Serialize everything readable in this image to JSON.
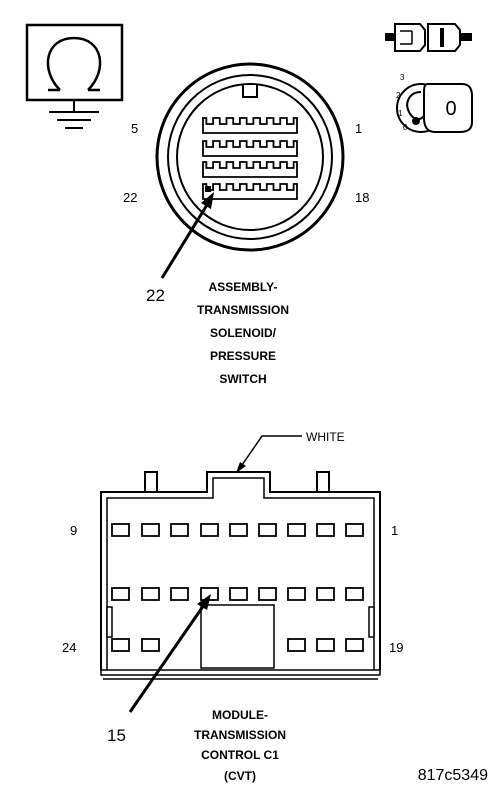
{
  "connector_top": {
    "pins": {
      "top_left": "5",
      "top_right": "1",
      "bottom_left": "22",
      "bottom_right": "18"
    },
    "callout_pin": "22",
    "caption_lines": [
      "ASSEMBLY-",
      "TRANSMISSION",
      "SOLENOID/",
      "PRESSURE",
      "SWITCH"
    ]
  },
  "connector_bottom": {
    "color_label": "WHITE",
    "pins": {
      "top_left": "9",
      "top_right": "1",
      "bottom_left": "24",
      "bottom_right": "19"
    },
    "callout_pin": "15",
    "caption_lines": [
      "MODULE-",
      "TRANSMISSION",
      "CONTROL C1",
      "(CVT)"
    ]
  },
  "ignition_icon": {
    "positions": [
      "3",
      "2",
      "1",
      "0"
    ],
    "key_label": "0"
  },
  "figure_id": "817c5349"
}
